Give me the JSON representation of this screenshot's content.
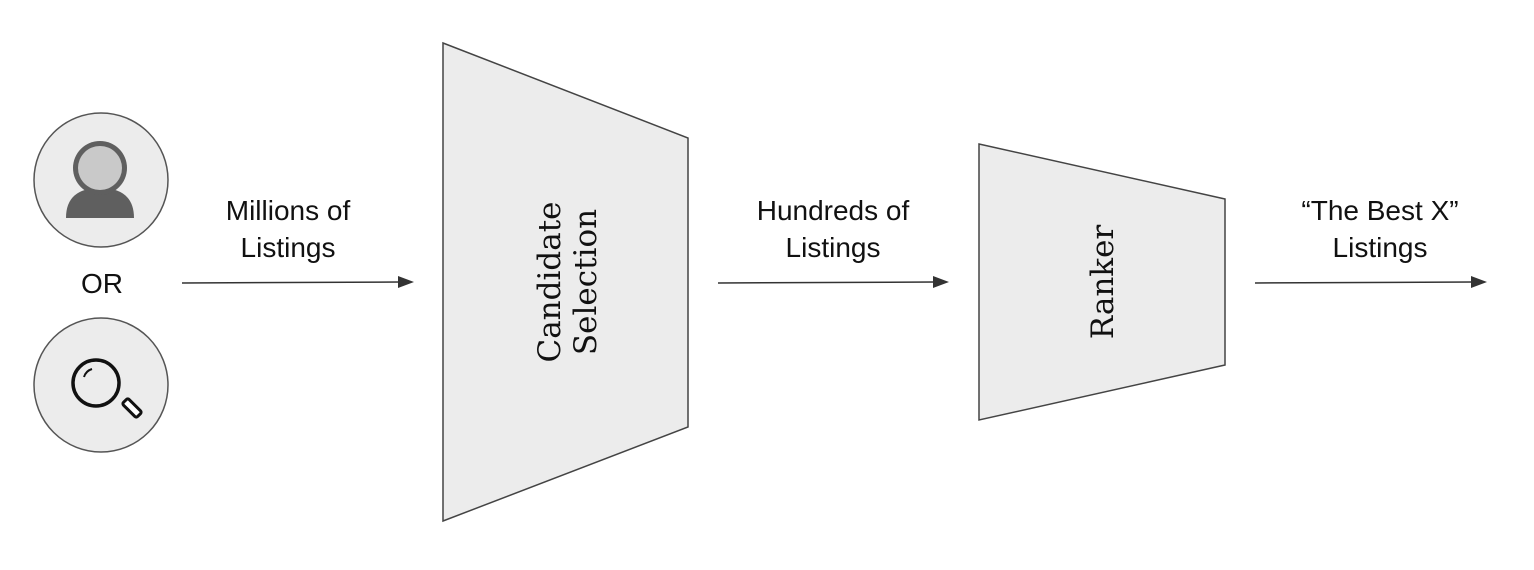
{
  "inputs": {
    "or_label": "OR",
    "user_icon": "user-icon",
    "search_icon": "search-icon"
  },
  "flow": {
    "label1_line1": "Millions of",
    "label1_line2": "Listings",
    "label2_line1": "Hundreds of",
    "label2_line2": "Listings",
    "label3_line1": "“The Best X”",
    "label3_line2": "Listings"
  },
  "stages": {
    "candidate_line1": "Candidate",
    "candidate_line2": "Selection",
    "ranker": "Ranker"
  },
  "colors": {
    "shape_fill": "#ececec",
    "stroke": "#444444",
    "icon_fill": "#5f5f5f",
    "icon_head": "#c9c9c9"
  }
}
